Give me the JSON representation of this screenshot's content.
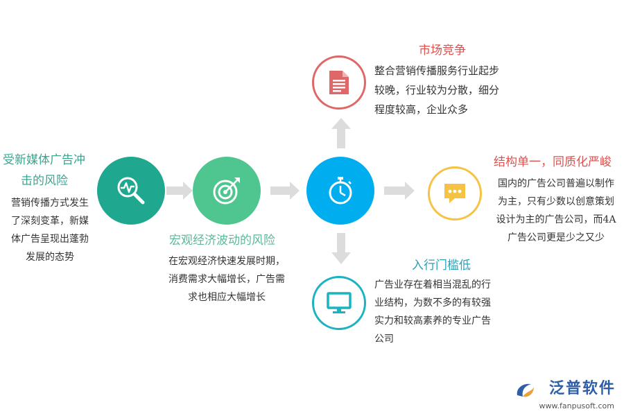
{
  "colors": {
    "teal_dark": "#1fa78f",
    "teal_light": "#4fc58f",
    "blue": "#00aef0",
    "red": "#e06767",
    "yellow": "#f6c244",
    "cyan": "#1bb3c2",
    "arrow": "#dcdcdc"
  },
  "nodes": {
    "left1": {
      "icon": "analytics-magnifier-icon",
      "title_line1": "受新媒体广告冲",
      "title_line2": "击的风险",
      "body": [
        "营销传播方式发生",
        "了深刻变革，新媒",
        "体广告呈现出蓬勃",
        "发展的态势"
      ]
    },
    "left2": {
      "icon": "target-arrow-icon",
      "title": "宏观经济波动的风险",
      "body": [
        "在宏观经济快速发展时期，",
        "消费需求大幅增长，广告需",
        "求也相应大幅增长"
      ]
    },
    "center": {
      "icon": "stopwatch-icon"
    },
    "top": {
      "icon": "document-icon",
      "title": "市场竞争",
      "body": [
        "整合营销传播服务行业起步",
        "较晚，行业较为分散，细分",
        "程度较高，企业众多"
      ]
    },
    "right": {
      "icon": "chat-bubble-icon",
      "title": "结构单一，同质化严峻",
      "body": [
        "国内的广告公司普遍以制作",
        "为主，只有少数以创意策划",
        "设计为主的广告公司，而4A",
        "广告公司更是少之又少"
      ]
    },
    "bottom": {
      "icon": "monitor-icon",
      "title": "入行门槛低",
      "body": [
        "广告业存在着相当混乱的行",
        "业结构，为数不多的有较强",
        "实力和较高素养的专业广告",
        "公司"
      ]
    }
  },
  "watermark": {
    "brand": "泛普软件",
    "url": "www.fanpusoft.com"
  }
}
